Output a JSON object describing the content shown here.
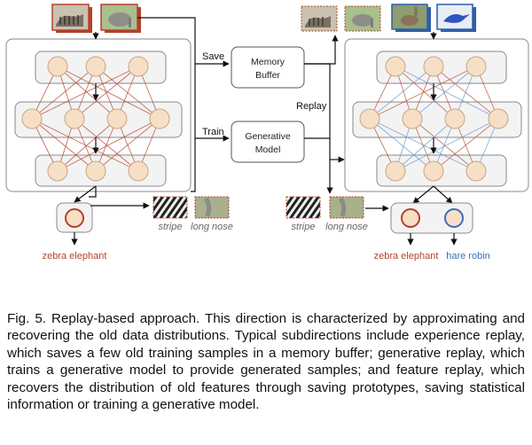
{
  "labels": {
    "save": "Save",
    "train": "Train",
    "replay": "Replay",
    "memory_buffer": [
      "Memory",
      "Buffer"
    ],
    "generative_model": [
      "Generative",
      "Model"
    ],
    "stripe": "stripe",
    "long_nose": "long nose",
    "zebra_elephant": "zebra elephant",
    "hare_robin": "hare robin"
  },
  "colors": {
    "node_fill": "#f7dfc6",
    "node_stroke": "#c8a584",
    "old_edge": "#b5412b",
    "new_edge": "#5b8fc9",
    "old_class": "#b5412b",
    "new_class": "#3d6fb5",
    "panel_stroke": "#8a8a8a",
    "layer_fill": "#f3f3f3"
  },
  "icons": {
    "input_images": [
      "zebra-photo-icon",
      "elephant-photo-icon"
    ],
    "replay_images": [
      "zebra-photo-icon",
      "elephant-photo-icon",
      "hare-photo-icon",
      "robin-photo-icon"
    ],
    "feature_images": [
      "stripe-texture-icon",
      "long-nose-texture-icon"
    ]
  },
  "caption": "Fig. 5. Replay-based approach. This direction is characterized by approximating and recovering the old data distributions. Typical subdirections include experience replay, which saves a few old training samples in a memory buffer; generative replay, which trains a generative model to provide generated samples; and feature replay, which recovers the distribution of old features through saving prototypes, saving statistical information or training a generative model."
}
